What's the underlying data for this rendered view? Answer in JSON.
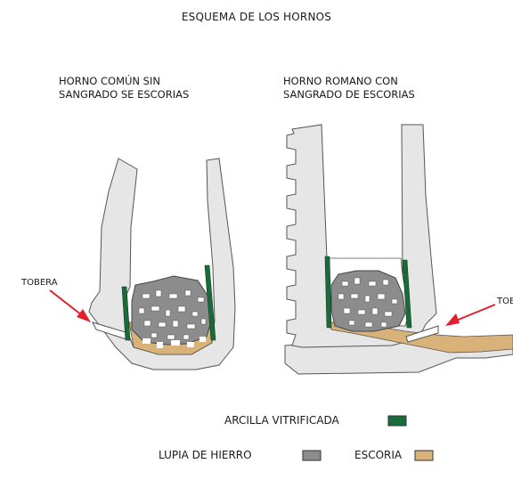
{
  "title": "ESQUEMA DE LOS HORNOS",
  "furnaces": {
    "left": {
      "label_line1": "HORNO COMÚN SIN",
      "label_line2": "SANGRADO SE ESCORIAS",
      "tuyere_label": "TOBERA"
    },
    "right": {
      "label_line1": "HORNO ROMANO CON",
      "label_line2": "SANGRADO DE ESCORIAS",
      "tuyere_label": "TOBERA"
    }
  },
  "legend": {
    "vitrified_clay": {
      "label": "ARCILLA VITRIFICADA",
      "color": "#1b6b3a"
    },
    "iron_bloom": {
      "label": "LUPIA DE HIERRO",
      "color": "#8c8c8c"
    },
    "slag": {
      "label": "ESCORIA",
      "color": "#d9b27a"
    }
  },
  "colors": {
    "furnace_wall": "#e6e6e6",
    "outline": "#555555",
    "arrow": "#e0202a"
  }
}
